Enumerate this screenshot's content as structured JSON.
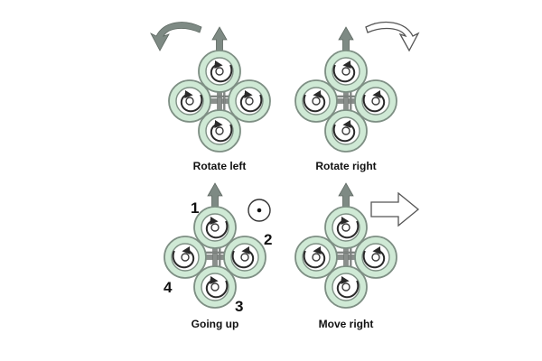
{
  "panels": [
    {
      "caption": "Rotate left",
      "rotors": [
        {
          "position": "front",
          "direction": "clockwise"
        },
        {
          "position": "right",
          "direction": "clockwise"
        },
        {
          "position": "back",
          "direction": "clockwise"
        },
        {
          "position": "left",
          "direction": "clockwise"
        }
      ],
      "motion_arrow": "curved-counterclockwise-arrow",
      "heading_arrow": true
    },
    {
      "caption": "Rotate right",
      "rotors": [
        {
          "position": "front",
          "direction": "counterclockwise"
        },
        {
          "position": "right",
          "direction": "counterclockwise"
        },
        {
          "position": "back",
          "direction": "counterclockwise"
        },
        {
          "position": "left",
          "direction": "counterclockwise"
        }
      ],
      "motion_arrow": "curved-clockwise-arrow",
      "heading_arrow": true
    },
    {
      "caption": "Going up",
      "rotors": [
        {
          "position": "front",
          "direction": "clockwise"
        },
        {
          "position": "right",
          "direction": "counterclockwise"
        },
        {
          "position": "back",
          "direction": "clockwise"
        },
        {
          "position": "left",
          "direction": "counterclockwise"
        }
      ],
      "motion_arrow": "out-of-plane-dot-symbol",
      "heading_arrow": true,
      "rotor_numbers": [
        "1",
        "2",
        "3",
        "4"
      ]
    },
    {
      "caption": "Move right",
      "rotors": [
        {
          "position": "front",
          "direction": "clockwise"
        },
        {
          "position": "right",
          "direction": "counterclockwise"
        },
        {
          "position": "back",
          "direction": "clockwise"
        },
        {
          "position": "left",
          "direction": "counterclockwise"
        }
      ],
      "motion_arrow": "straight-right-arrow",
      "heading_arrow": true
    }
  ],
  "colors": {
    "rotor_fill": "#cfe9d5",
    "rotor_stroke": "#7e8f84",
    "arrow_grey": "#7e8a84",
    "spin_arrow": "#2a2a2a"
  }
}
